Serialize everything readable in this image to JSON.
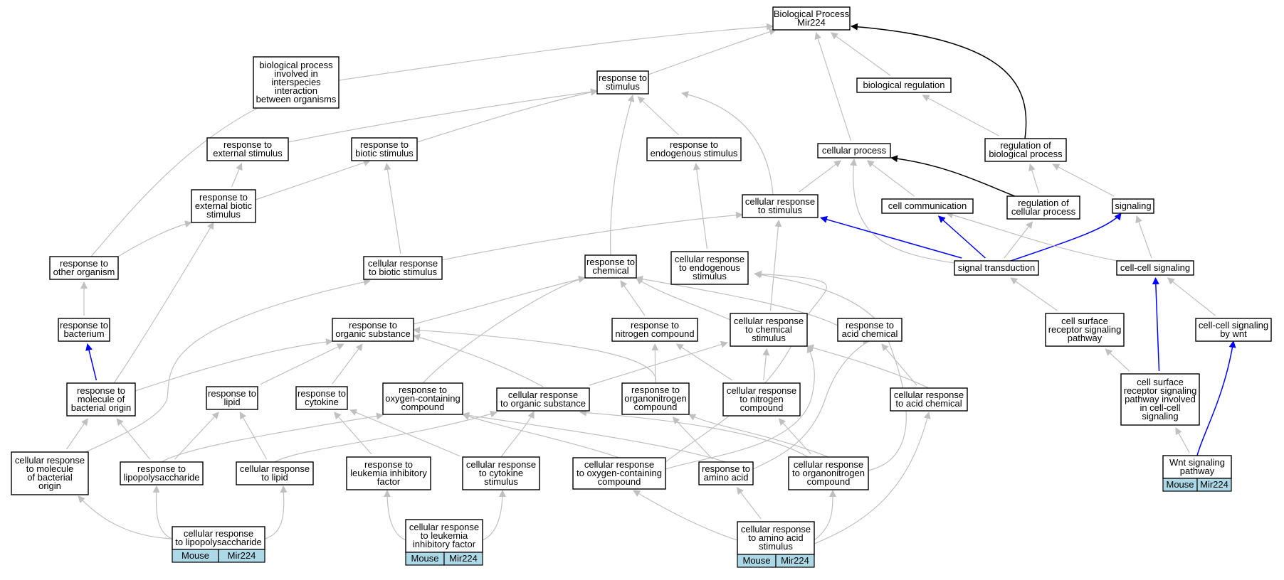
{
  "colors": {
    "edge_default": "#c0c0c0",
    "edge_regulates": "#000000",
    "edge_positive": "#0000ff",
    "node_fill": "#ffffff",
    "tag_fill": "#add8e6"
  },
  "nodes": [
    {
      "id": "bp",
      "lines": [
        "Biological Process",
        "Mir224"
      ]
    },
    {
      "id": "interspecies",
      "lines": [
        "biological process",
        "involved in",
        "interspecies",
        "interaction",
        "between organisms"
      ]
    },
    {
      "id": "resp_stim",
      "lines": [
        "response to",
        "stimulus"
      ]
    },
    {
      "id": "bio_reg",
      "lines": [
        "biological regulation"
      ]
    },
    {
      "id": "resp_ext",
      "lines": [
        "response to",
        "external stimulus"
      ]
    },
    {
      "id": "resp_biotic",
      "lines": [
        "response to",
        "biotic stimulus"
      ]
    },
    {
      "id": "resp_endo",
      "lines": [
        "response to",
        "endogenous stimulus"
      ]
    },
    {
      "id": "cell_proc",
      "lines": [
        "cellular process"
      ]
    },
    {
      "id": "reg_bp",
      "lines": [
        "regulation of",
        "biological process"
      ]
    },
    {
      "id": "resp_ext_biotic",
      "lines": [
        "response to",
        "external biotic",
        "stimulus"
      ]
    },
    {
      "id": "cr_stim",
      "lines": [
        "cellular response",
        "to stimulus"
      ]
    },
    {
      "id": "cell_comm",
      "lines": [
        "cell communication"
      ]
    },
    {
      "id": "reg_cp",
      "lines": [
        "regulation of",
        "cellular process"
      ]
    },
    {
      "id": "signaling",
      "lines": [
        "signaling"
      ]
    },
    {
      "id": "resp_other_org",
      "lines": [
        "response to",
        "other organism"
      ]
    },
    {
      "id": "cr_biotic",
      "lines": [
        "cellular response",
        "to biotic stimulus"
      ]
    },
    {
      "id": "resp_chem",
      "lines": [
        "response to",
        "chemical"
      ]
    },
    {
      "id": "cr_endo",
      "lines": [
        "cellular response",
        "to endogenous",
        "stimulus"
      ]
    },
    {
      "id": "sig_trans",
      "lines": [
        "signal transduction"
      ]
    },
    {
      "id": "cc_sig",
      "lines": [
        "cell-cell signaling"
      ]
    },
    {
      "id": "resp_bact",
      "lines": [
        "response to",
        "bacterium"
      ]
    },
    {
      "id": "resp_org_sub",
      "lines": [
        "response to",
        "organic substance"
      ]
    },
    {
      "id": "resp_nitro",
      "lines": [
        "response to",
        "nitrogen compound"
      ]
    },
    {
      "id": "cr_chem",
      "lines": [
        "cellular response",
        "to chemical",
        "stimulus"
      ]
    },
    {
      "id": "resp_acid",
      "lines": [
        "response to",
        "acid chemical"
      ]
    },
    {
      "id": "csrsp",
      "lines": [
        "cell surface",
        "receptor signaling",
        "pathway"
      ]
    },
    {
      "id": "cc_wnt",
      "lines": [
        "cell-cell signaling",
        "by wnt"
      ]
    },
    {
      "id": "resp_mol_bact",
      "lines": [
        "response to",
        "molecule of",
        "bacterial origin"
      ]
    },
    {
      "id": "resp_lipid",
      "lines": [
        "response to",
        "lipid"
      ]
    },
    {
      "id": "resp_cyto",
      "lines": [
        "response to",
        "cytokine"
      ]
    },
    {
      "id": "resp_oxy",
      "lines": [
        "response to",
        "oxygen-containing",
        "compound"
      ]
    },
    {
      "id": "cr_org_sub",
      "lines": [
        "cellular response",
        "to organic substance"
      ]
    },
    {
      "id": "resp_organonitro",
      "lines": [
        "response to",
        "organonitrogen",
        "compound"
      ]
    },
    {
      "id": "cr_nitro",
      "lines": [
        "cellular response",
        "to nitrogen",
        "compound"
      ]
    },
    {
      "id": "cr_acid",
      "lines": [
        "cellular response",
        "to acid chemical"
      ]
    },
    {
      "id": "csrsp_cc",
      "lines": [
        "cell surface",
        "receptor signaling",
        "pathway involved",
        "in cell-cell",
        "signaling"
      ]
    },
    {
      "id": "cr_mol_bact",
      "lines": [
        "cellular response",
        "to molecule",
        "of bacterial",
        "origin"
      ]
    },
    {
      "id": "resp_lps",
      "lines": [
        "response to",
        "lipopolysaccharide"
      ]
    },
    {
      "id": "cr_lipid",
      "lines": [
        "cellular response",
        "to lipid"
      ]
    },
    {
      "id": "resp_lif",
      "lines": [
        "response to",
        "leukemia inhibitory",
        "factor"
      ]
    },
    {
      "id": "cr_cyto",
      "lines": [
        "cellular response",
        "to cytokine",
        "stimulus"
      ]
    },
    {
      "id": "cr_oxy",
      "lines": [
        "cellular response",
        "to oxygen-containing",
        "compound"
      ]
    },
    {
      "id": "resp_aa",
      "lines": [
        "response to",
        "amino acid"
      ]
    },
    {
      "id": "cr_organonitro",
      "lines": [
        "cellular response",
        "to organonitrogen",
        "compound"
      ]
    },
    {
      "id": "wnt",
      "lines": [
        "Wnt signaling",
        "pathway"
      ],
      "tags": [
        "Mouse",
        "Mir224"
      ]
    },
    {
      "id": "cr_lps",
      "lines": [
        "cellular response",
        "to lipopolysaccharide"
      ],
      "tags": [
        "Mouse",
        "Mir224"
      ]
    },
    {
      "id": "cr_lif",
      "lines": [
        "cellular response",
        "to leukemia",
        "inhibitory factor"
      ],
      "tags": [
        "Mouse",
        "Mir224"
      ]
    },
    {
      "id": "cr_aa",
      "lines": [
        "cellular response",
        "to amino acid",
        "stimulus"
      ],
      "tags": [
        "Mouse",
        "Mir224"
      ]
    }
  ],
  "edges": [
    [
      "interspecies",
      "bp",
      "is_a"
    ],
    [
      "resp_stim",
      "bp",
      "is_a"
    ],
    [
      "bio_reg",
      "bp",
      "is_a"
    ],
    [
      "cell_proc",
      "bp",
      "is_a"
    ],
    [
      "reg_bp",
      "bp",
      "regulates"
    ],
    [
      "reg_bp",
      "bio_reg",
      "is_a"
    ],
    [
      "resp_ext",
      "resp_stim",
      "is_a"
    ],
    [
      "resp_biotic",
      "resp_stim",
      "is_a"
    ],
    [
      "resp_endo",
      "resp_stim",
      "is_a"
    ],
    [
      "cr_stim",
      "resp_stim",
      "is_a"
    ],
    [
      "resp_chem",
      "resp_stim",
      "is_a"
    ],
    [
      "resp_ext_biotic",
      "resp_ext",
      "is_a"
    ],
    [
      "resp_ext_biotic",
      "resp_biotic",
      "is_a"
    ],
    [
      "cr_biotic",
      "resp_biotic",
      "is_a"
    ],
    [
      "cr_endo",
      "resp_endo",
      "is_a"
    ],
    [
      "cr_stim",
      "cell_proc",
      "is_a"
    ],
    [
      "cell_comm",
      "cell_proc",
      "is_a"
    ],
    [
      "reg_cp",
      "cell_proc",
      "regulates"
    ],
    [
      "reg_cp",
      "reg_bp",
      "is_a"
    ],
    [
      "signaling",
      "reg_bp",
      "is_a"
    ],
    [
      "sig_trans",
      "cell_proc",
      "is_a"
    ],
    [
      "resp_other_org",
      "interspecies",
      "is_a"
    ],
    [
      "resp_other_org",
      "resp_ext_biotic",
      "is_a"
    ],
    [
      "cr_biotic",
      "cr_stim",
      "is_a"
    ],
    [
      "sig_trans",
      "cr_stim",
      "positively_regulates"
    ],
    [
      "sig_trans",
      "cell_comm",
      "positively_regulates"
    ],
    [
      "sig_trans",
      "signaling",
      "positively_regulates"
    ],
    [
      "sig_trans",
      "reg_cp",
      "is_a"
    ],
    [
      "cc_sig",
      "cell_comm",
      "is_a"
    ],
    [
      "cc_sig",
      "signaling",
      "is_a"
    ],
    [
      "resp_bact",
      "resp_other_org",
      "is_a"
    ],
    [
      "resp_org_sub",
      "resp_chem",
      "is_a"
    ],
    [
      "resp_nitro",
      "resp_chem",
      "is_a"
    ],
    [
      "cr_chem",
      "resp_chem",
      "is_a"
    ],
    [
      "cr_chem",
      "cr_stim",
      "is_a"
    ],
    [
      "resp_acid",
      "resp_chem",
      "is_a"
    ],
    [
      "csrsp",
      "sig_trans",
      "is_a"
    ],
    [
      "cc_wnt",
      "cc_sig",
      "is_a"
    ],
    [
      "resp_mol_bact",
      "resp_bact",
      "positively_regulates"
    ],
    [
      "resp_mol_bact",
      "resp_ext_biotic",
      "is_a"
    ],
    [
      "resp_mol_bact",
      "resp_org_sub",
      "is_a"
    ],
    [
      "resp_lipid",
      "resp_org_sub",
      "is_a"
    ],
    [
      "resp_cyto",
      "resp_org_sub",
      "is_a"
    ],
    [
      "resp_oxy",
      "resp_chem",
      "is_a"
    ],
    [
      "cr_org_sub",
      "resp_org_sub",
      "is_a"
    ],
    [
      "cr_org_sub",
      "cr_chem",
      "is_a"
    ],
    [
      "resp_organonitro",
      "resp_org_sub",
      "is_a"
    ],
    [
      "resp_organonitro",
      "resp_nitro",
      "is_a"
    ],
    [
      "cr_nitro",
      "resp_nitro",
      "is_a"
    ],
    [
      "cr_nitro",
      "cr_chem",
      "is_a"
    ],
    [
      "cr_acid",
      "resp_acid",
      "is_a"
    ],
    [
      "cr_acid",
      "cr_chem",
      "is_a"
    ],
    [
      "csrsp_cc",
      "csrsp",
      "is_a"
    ],
    [
      "csrsp_cc",
      "cc_sig",
      "positively_regulates"
    ],
    [
      "cr_mol_bact",
      "resp_mol_bact",
      "is_a"
    ],
    [
      "cr_mol_bact",
      "cr_biotic",
      "is_a"
    ],
    [
      "resp_lps",
      "resp_mol_bact",
      "is_a"
    ],
    [
      "resp_lps",
      "resp_lipid",
      "is_a"
    ],
    [
      "resp_lps",
      "resp_oxy",
      "is_a"
    ],
    [
      "cr_lipid",
      "resp_lipid",
      "is_a"
    ],
    [
      "cr_lipid",
      "cr_org_sub",
      "is_a"
    ],
    [
      "resp_lif",
      "resp_cyto",
      "is_a"
    ],
    [
      "cr_cyto",
      "resp_cyto",
      "is_a"
    ],
    [
      "cr_cyto",
      "cr_org_sub",
      "is_a"
    ],
    [
      "cr_oxy",
      "resp_oxy",
      "is_a"
    ],
    [
      "cr_oxy",
      "cr_chem",
      "is_a"
    ],
    [
      "cr_oxy",
      "cr_endo",
      "is_a"
    ],
    [
      "resp_aa",
      "resp_organonitro",
      "is_a"
    ],
    [
      "resp_aa",
      "resp_oxy",
      "is_a"
    ],
    [
      "resp_aa",
      "resp_acid",
      "is_a"
    ],
    [
      "cr_organonitro",
      "resp_organonitro",
      "is_a"
    ],
    [
      "cr_organonitro",
      "cr_nitro",
      "is_a"
    ],
    [
      "cr_organonitro",
      "cr_org_sub",
      "is_a"
    ],
    [
      "cr_organonitro",
      "cr_endo",
      "is_a"
    ],
    [
      "wnt",
      "csrsp_cc",
      "is_a"
    ],
    [
      "wnt",
      "cc_wnt",
      "positively_regulates"
    ],
    [
      "cr_lps",
      "cr_mol_bact",
      "is_a"
    ],
    [
      "cr_lps",
      "resp_lps",
      "is_a"
    ],
    [
      "cr_lps",
      "cr_lipid",
      "is_a"
    ],
    [
      "cr_lif",
      "resp_lif",
      "is_a"
    ],
    [
      "cr_lif",
      "cr_cyto",
      "is_a"
    ],
    [
      "cr_aa",
      "cr_oxy",
      "is_a"
    ],
    [
      "cr_aa",
      "resp_aa",
      "is_a"
    ],
    [
      "cr_aa",
      "cr_organonitro",
      "is_a"
    ],
    [
      "cr_aa",
      "cr_acid",
      "is_a"
    ]
  ]
}
